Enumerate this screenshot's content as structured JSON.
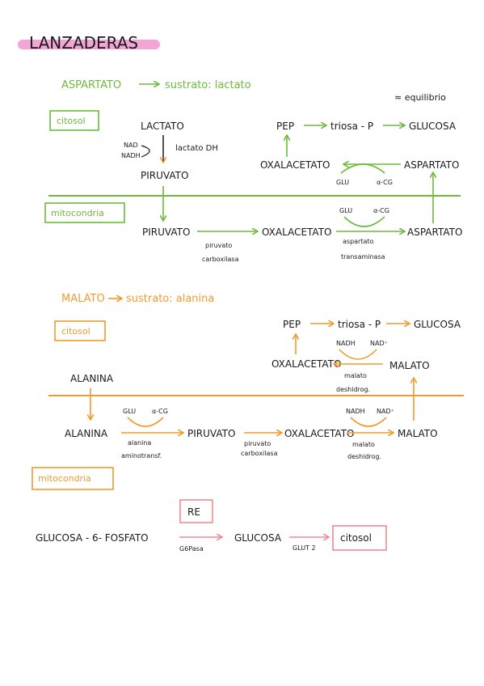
{
  "title": "LANZADERAS",
  "section_green": {
    "header_left": "ASPARTATO",
    "header_right": "sustrato: lactato",
    "equilibrium_note": "≈ equilibrio",
    "citosol_box": "citosol",
    "mito_box": "mitocondria",
    "lactato": "LACTATO",
    "nad": "NAD",
    "nadh": "NADH",
    "lactato_dh": "lactato DH",
    "piruvato_cyt": "PIRUVATO",
    "pep": "PEP",
    "triosa_p": "triosa - P",
    "glucosa": "GLUCOSA",
    "oxal_cyt": "OXALACETATO",
    "aspartato_cyt": "ASPARTATO",
    "glu_cyt": "GLU",
    "acg_cyt": "α-CG",
    "glu_mit": "GLU",
    "acg_mit": "α-CG",
    "piruvato_mit": "PIRUVATO",
    "oxal_mit": "OXALACETATO",
    "aspartato_mit": "ASPARTATO",
    "enzyme_pc_1": "piruvato",
    "enzyme_pc_2": "carboxilasa",
    "enzyme_at_1": "aspartato",
    "enzyme_at_2": "transaminasa"
  },
  "section_orange": {
    "header_left": "MALATO",
    "header_right": "sustrato: alanina",
    "citosol_box": "citosol",
    "mito_box": "mitocondria",
    "pep": "PEP",
    "triosa_p": "triosa - P",
    "glucosa": "GLUCOSA",
    "nadh_cyt": "NADH",
    "nad_cyt": "NAD⁺",
    "oxal_cyt": "OXALACETATO",
    "malato_cyt": "MALATO",
    "mdh_cyt_1": "malato",
    "mdh_cyt_2": "deshidrog.",
    "alanina_cyt": "ALANINA",
    "alanina_mit": "ALANINA",
    "glu": "GLU",
    "acg": "α-CG",
    "alt_1": "alanina",
    "alt_2": "aminotransf.",
    "piruvato": "PIRUVATO",
    "pc_1": "piruvato",
    "pc_2": "carboxilasa",
    "oxal_mit": "OXALACETATO",
    "nadh_mit": "NADH",
    "nad_mit": "NAD⁺",
    "malato_mit": "MALATO",
    "mdh_mit_1": "malato",
    "mdh_mit_2": "deshidrog."
  },
  "section_pink": {
    "re_box": "RE",
    "g6p": "GLUCOSA - 6- FOSFATO",
    "g6pasa": "G6Pasa",
    "glucosa": "GLUCOSA",
    "glut2": "GLUT 2",
    "citosol_box": "citosol"
  },
  "colors": {
    "green": "#6dbb3c",
    "orange": "#f29a2e",
    "pink": "#f08a92",
    "highlight": "#f3a6d6"
  }
}
